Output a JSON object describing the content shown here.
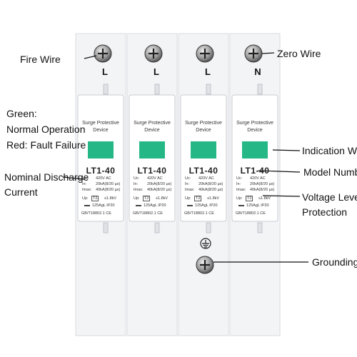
{
  "annotations": {
    "fire_wire": "Fire Wire",
    "zero_wire": "Zero Wire",
    "green_line1": "Green:",
    "green_line2": "Normal Operation",
    "red_line": "Red: Fault Failure",
    "indication": "Indication Wi",
    "model_number": "Model Numbe",
    "nominal_line1": "Nominal Discharge",
    "nominal_line2": "Current",
    "voltage_line1": "Voltage Level",
    "voltage_line2": "Protection",
    "grounding": "Grounding"
  },
  "modules": [
    {
      "terminal": "L",
      "title1": "Surge Protective",
      "title2": "Device",
      "model": "LT1-40",
      "uc": "420V AC",
      "in": "20kA(8/20 µs)",
      "imax": "40kA(8/20 µs)",
      "up": "≤1.8kV",
      "fuse": "125AgL IP20",
      "std": "GB/T18802.1 CE",
      "uc_l": "Uc:",
      "in_l": "In:",
      "imax_l": "Imax:",
      "up_l": "Up:",
      "t2": "T2"
    },
    {
      "terminal": "L",
      "title1": "Surge Protective",
      "title2": "Device",
      "model": "LT1-40",
      "uc": "420V AC",
      "in": "20kA(8/20 µs)",
      "imax": "40kA(8/20 µs)",
      "up": "≤1.8kV",
      "fuse": "125AgL IP20",
      "std": "GB/T18802.1 CE",
      "uc_l": "Uc:",
      "in_l": "In:",
      "imax_l": "Imax:",
      "up_l": "Up:",
      "t2": "T2"
    },
    {
      "terminal": "L",
      "title1": "Surge Protective",
      "title2": "Device",
      "model": "LT1-40",
      "uc": "420V AC",
      "in": "20kA(8/20 µs)",
      "imax": "40kA(8/20 µs)",
      "up": "≤1.8kV",
      "fuse": "125AgL IP20",
      "std": "GB/T18802.1 CE",
      "uc_l": "Uc:",
      "in_l": "In:",
      "imax_l": "Imax:",
      "up_l": "Up:",
      "t2": "T2"
    },
    {
      "terminal": "N",
      "title1": "Surge Protective",
      "title2": "Device",
      "model": "LT1-40",
      "uc": "420V AC",
      "in": "20kA(8/20 µs)",
      "imax": "40kA(8/20 µs)",
      "up": "≤1.8kV",
      "fuse": "125AgL IP20",
      "std": "GB/T18802.1 CE",
      "uc_l": "Uc:",
      "in_l": "In:",
      "imax_l": "Imax:",
      "up_l": "Up:",
      "t2": "T2"
    }
  ],
  "colors": {
    "indicator": "#25b886",
    "body": "#f4f5f7",
    "face": "#ffffff",
    "line": "#111111"
  }
}
